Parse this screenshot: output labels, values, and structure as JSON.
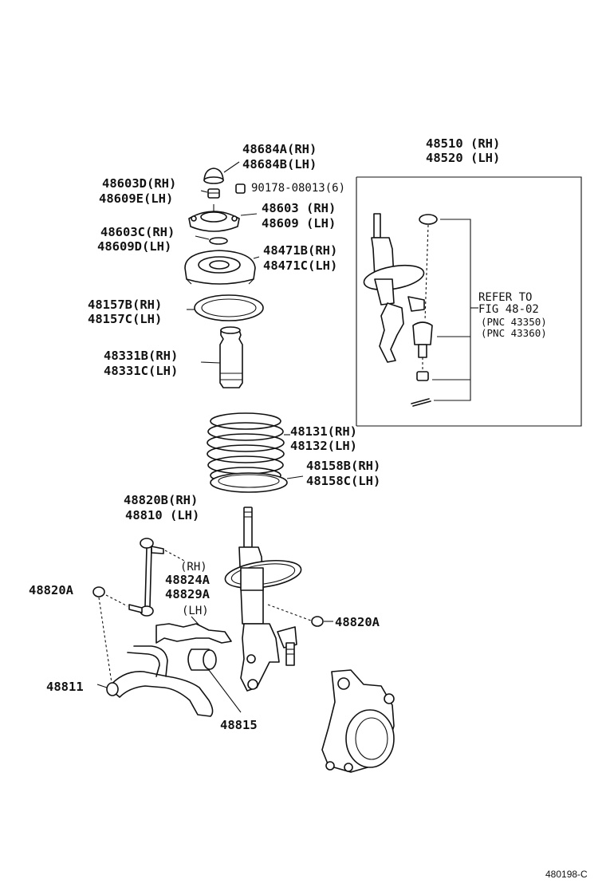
{
  "labels": {
    "p48684a": "48684A(RH)",
    "p48684b": "48684B(LH)",
    "p48603d": "48603D(RH)",
    "p48609e": "48609E(LH)",
    "p90178": "90178-08013(6)",
    "p48603": "48603 (RH)",
    "p48609": "48609 (LH)",
    "p48603c": "48603C(RH)",
    "p48609d": "48609D(LH)",
    "p48471b": "48471B(RH)",
    "p48471c": "48471C(LH)",
    "p48157b": "48157B(RH)",
    "p48157c": "48157C(LH)",
    "p48331b": "48331B(RH)",
    "p48331c": "48331C(LH)",
    "p48510": "48510 (RH)",
    "p48520": "48520 (LH)",
    "refer_1": "REFER TO",
    "refer_2": "FIG 48-02",
    "pnc_1": "(PNC 43350)",
    "pnc_2": "(PNC 43360)",
    "p48131": "48131(RH)",
    "p48132": "48132(LH)",
    "p48158b": "48158B(RH)",
    "p48158c": "48158C(LH)",
    "p48820b": "48820B(RH)",
    "p48810": "48810 (LH)",
    "rh_tag": "(RH)",
    "p48824a": "48824A",
    "p48829a": "48829A",
    "lh_tag": "(LH)",
    "p48820a_left": "48820A",
    "p48820a_right": "48820A",
    "p48811": "48811",
    "p48815": "48815",
    "figure_code": "480198-C"
  }
}
